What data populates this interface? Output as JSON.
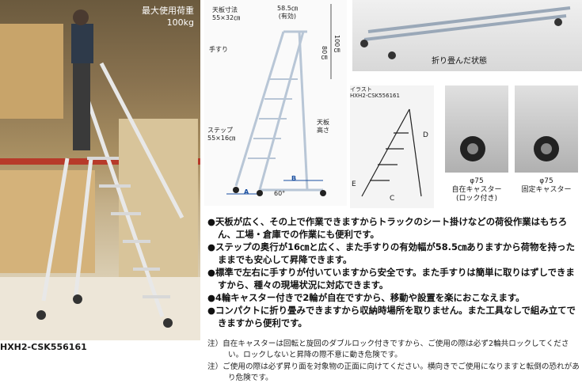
{
  "photo": {
    "load_label": "最大使用荷重",
    "load_value": "100kg",
    "model": "HXH2-CSK556161"
  },
  "diagram": {
    "top_label": "天板寸法",
    "top_size": "55×32㎝",
    "width": "58.5㎝",
    "width_note": "(有効)",
    "handrail": "手すり",
    "height_100": "100㎝",
    "height_80": "80㎝",
    "top_height": "天板",
    "top_height2": "高さ",
    "step_label": "ステップ",
    "step_size": "55×16㎝",
    "dim_a": "A",
    "dim_b": "B",
    "angle": "60°"
  },
  "folded": {
    "caption": "折り畳んだ状態"
  },
  "illust": {
    "title": "イラスト",
    "model": "HXH2-CSK556161",
    "dim_c": "C",
    "dim_d": "D",
    "dim_e": "E"
  },
  "casters": [
    {
      "size": "φ75",
      "name": "自在キャスター",
      "note": "(ロック付き)"
    },
    {
      "size": "φ75",
      "name": "固定キャスター",
      "note": ""
    }
  ],
  "bullets": [
    "●天板が広く、その上で作業できますからトラックのシート掛けなどの荷役作業はもちろん、工場・倉庫での作業にも便利です。",
    "●ステップの奥行が16㎝と広く、また手すりの有効幅が58.5㎝ありますから荷物を持ったままでも安心して昇降できます。",
    "●標準で左右に手すりが付いていますから安全です。また手すりは簡単に取りはずしできますから、種々の現場状況に対応できます。",
    "●4輪キャスター付きで2輪が自在ですから、移動や設置を楽におこなえます。",
    "●コンパクトに折り畳みできますから収納時場所を取りません。また工具なしで組み立てできますから便利です。"
  ],
  "notes": [
    "注）自在キャスターは回転と旋回のダブルロック付きですから、ご使用の際は必ず2輪共ロックしてください。ロックしないと昇降の際不意に動き危険です。",
    "注）ご使用の際は必ず昇り面を対象物の正面に向けてください。横向きでご使用になりますと転倒の恐れがあり危険です。"
  ]
}
